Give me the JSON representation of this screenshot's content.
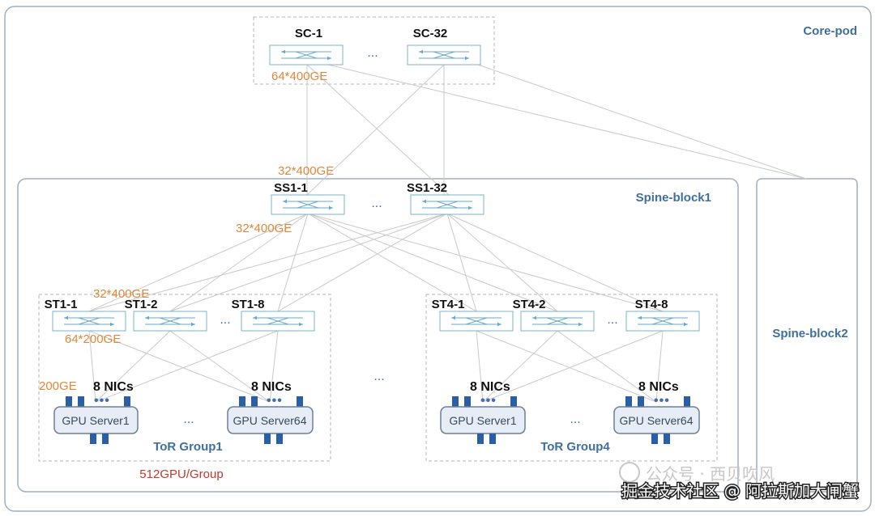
{
  "core_pod": {
    "title": "Core-pod"
  },
  "spine_block1": {
    "title": "Spine-block1"
  },
  "spine_block2": {
    "title": "Spine-block2"
  },
  "super_core": {
    "first": "SC-1",
    "last": "SC-32",
    "ellipsis": "...",
    "link_label": "64*400GE"
  },
  "super_spine": {
    "first": "SS1-1",
    "last": "SS1-32",
    "ellipsis": "...",
    "uplink_label": "32*400GE",
    "downlink_label": "32*400GE"
  },
  "group1": {
    "tor1": "ST1-1",
    "tor2": "ST1-2",
    "tor8": "ST1-8",
    "ellipsis": "...",
    "uplink_label": "32*400GE",
    "downlink_label": "64*200GE",
    "nic_speed": "200GE",
    "nic_label_1": "8 NICs",
    "nic_label_2": "8 NICs",
    "server1": "GPU Server1",
    "server2": "GPU Server64",
    "title": "ToR Group1"
  },
  "group4": {
    "tor1": "ST4-1",
    "tor2": "ST4-2",
    "tor8": "ST4-8",
    "ellipsis": "...",
    "nic_label_1": "8 NICs",
    "nic_label_2": "8 NICs",
    "server1": "GPU Server1",
    "server2": "GPU Server64",
    "title": "ToR Group4"
  },
  "between_groups_ellipsis": "...",
  "nic_dots": "•••",
  "gpu_count_label": "512GPU/Group",
  "watermark": {
    "primary": "掘金技术社区 @ 阿拉斯加大闸蟹",
    "faint": "公众号 · 西贝吹风"
  },
  "colors": {
    "border": "#9fb0bf",
    "dashed": "#b5b5b5",
    "link": "#c9c9c9",
    "switch_border": "#7fb3c8",
    "gpu_fill": "#e6edf7",
    "gpu_border": "#6f7f95",
    "port": "#2a5fa6",
    "orange": "#e0883a",
    "red": "#c0392b",
    "title_blue": "#3f6f9e"
  }
}
